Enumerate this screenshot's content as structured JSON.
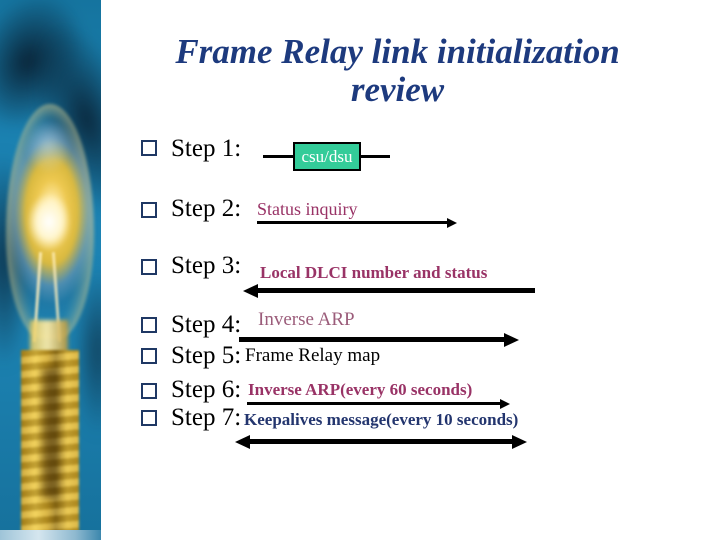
{
  "slide": {
    "title": {
      "line1": "Frame Relay link initialization",
      "line2": "review"
    },
    "decor": {
      "left_image": "lightbulb-photo"
    },
    "steps": [
      {
        "label": "Step 1:",
        "device_label": "csu/dsu"
      },
      {
        "label": "Step 2:",
        "detail": "Status inquiry",
        "arrow": "right"
      },
      {
        "label": "Step 3:",
        "detail": "Local DLCI number and status",
        "arrow": "left"
      },
      {
        "label": "Step 4:",
        "detail": "Inverse ARP",
        "arrow": "right"
      },
      {
        "label": "Step 5:",
        "detail": "Frame Relay map",
        "arrow": "none"
      },
      {
        "label": "Step 6:",
        "detail": "Inverse ARP(every 60 seconds)",
        "arrow": "right"
      },
      {
        "label": "Step 7:",
        "detail": "Keepalives message(every 10 seconds)",
        "arrow": "both"
      }
    ],
    "colors": {
      "title": "#1d3a7e",
      "step_label": "#000000",
      "detail_maroon": "#993366",
      "detail_mauve": "#9b5c7a",
      "detail_navy": "#23356e",
      "detail_black": "#000000",
      "csu_box_fill": "#33cc99",
      "csu_box_border": "#000000",
      "csu_text": "#ffffff",
      "arrow": "#000000",
      "bullet_border": "#1f3864"
    }
  }
}
